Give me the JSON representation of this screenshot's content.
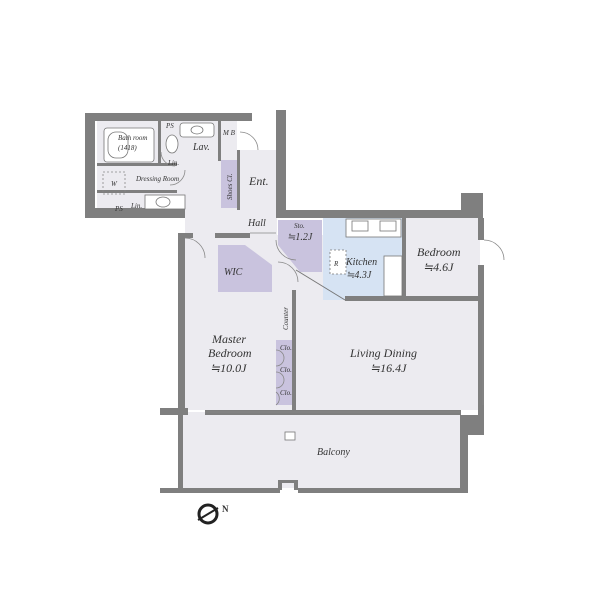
{
  "rooms": {
    "bathroom": "Bath room",
    "bathroom_size": "(1418)",
    "lav": "Lav.",
    "mb": "M B",
    "dressing": "Dressing Room",
    "w": "W",
    "ps_top": "PS",
    "ps_bottom": "PS",
    "lin_top": "Lin.",
    "lin_bottom": "Lin.",
    "shoes": "Shoes Cl.",
    "ent": "Ent.",
    "hall": "Hall",
    "sto": "Sto.",
    "sto_size": "≒1.2J",
    "kitchen": "Kitchen",
    "kitchen_size": "≒4.3J",
    "r": "R",
    "bedroom": "Bedroom",
    "bedroom_size": "≒4.6J",
    "wic": "WIC",
    "counter": "Counter",
    "master": "Master",
    "master2": "Bedroom",
    "master_size": "≒10.0J",
    "clo1": "Clo.",
    "clo2": "Clo.",
    "clo3": "Clo.",
    "living": "Living Dining",
    "living_size": "≒16.4J",
    "balcony": "Balcony"
  },
  "compass": {
    "letter": "N",
    "icon": "north-arrow-icon"
  },
  "colors": {
    "wall": "#7f7f7f",
    "floor": "#ecebf0",
    "closet": "#c9c3de",
    "kitchen": "#d6e3f3"
  }
}
